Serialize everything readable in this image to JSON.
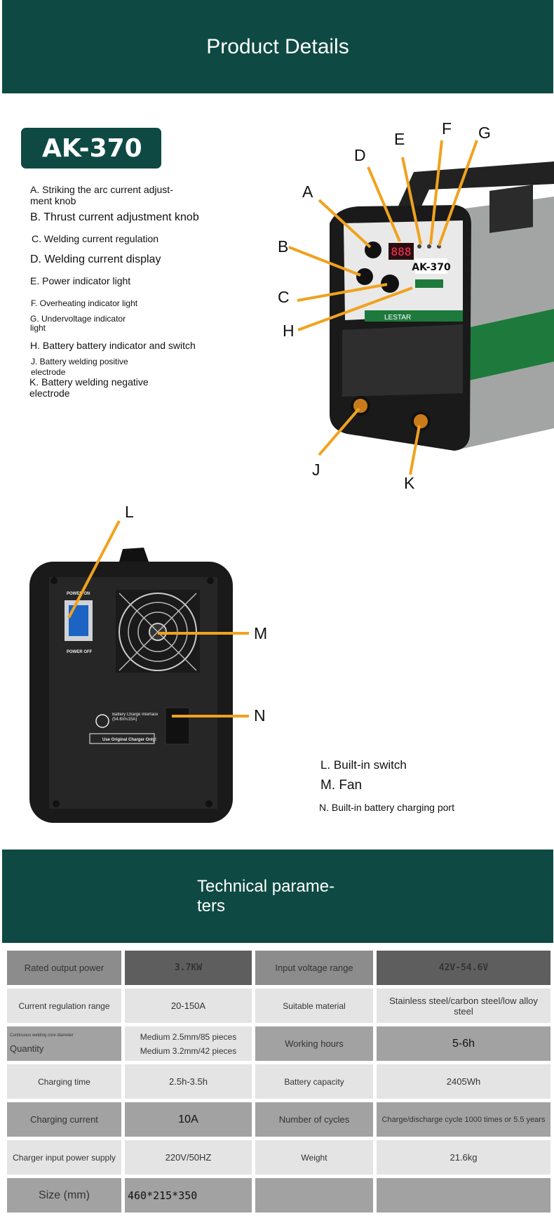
{
  "header": {
    "title": "Product Details"
  },
  "model": "AK-370",
  "parts": [
    "A. Striking the arc current adjust- ment knob",
    "B. Thrust current adjustment knob",
    "C. Welding current regulation",
    "D. Welding current display",
    "E. Power indicator light",
    "F. Overheating indicator light",
    "G. Undervoltage indicator light",
    "H. Battery battery indicator and switch",
    "J. Battery welding positive electrode",
    "K. Battery welding negative electrode"
  ],
  "callout_letters": [
    "A",
    "B",
    "C",
    "D",
    "E",
    "F",
    "G",
    "H",
    "J",
    "K",
    "L",
    "M",
    "N"
  ],
  "front_panel": {
    "brand": "LESTAR",
    "display": "888",
    "model_label": "AK-370"
  },
  "rear_panel": {
    "power_on": "POWER ON",
    "power_off": "POWER OFF",
    "charge_label": "Battery Charge Interface (54.6V/≤15A)",
    "warning": "Use Original Charger Only!"
  },
  "rear_parts": [
    "L. Built-in switch",
    "M. Fan",
    "N. Built-in battery charging port"
  ],
  "tech": {
    "title": "Technical parame- ters",
    "rows": [
      [
        "Rated output power",
        "3.7KW",
        "Input voltage range",
        "42V-54.6V"
      ],
      [
        "Current regulation range",
        "20-150A",
        "Suitable material",
        "Stainless steel/carbon steel/low alloy steel"
      ],
      [
        "Quantity",
        "Medium 2.5mm/85 pieces Medium 3.2mm/42 pieces",
        "Working hours",
        "5-6h"
      ],
      [
        "Charging time",
        "2.5h-3.5h",
        "Battery capacity",
        "2405Wh"
      ],
      [
        "Charging current",
        "10A",
        "Number of cycles",
        "Charge/discharge cycle 1000 times or 5.5 years"
      ],
      [
        "Charger input power supply",
        "220V/50HZ",
        "Weight",
        "21.6kg"
      ],
      [
        "Size (mm)",
        "460*215*350",
        "",
        ""
      ]
    ],
    "quantity_note": "Continuous welding core diameter"
  },
  "colors": {
    "banner": "#0e4a43",
    "callout_line": "#f0a21e",
    "machine_green": "#1d7a3c",
    "machine_gray": "#a3a5a4"
  }
}
